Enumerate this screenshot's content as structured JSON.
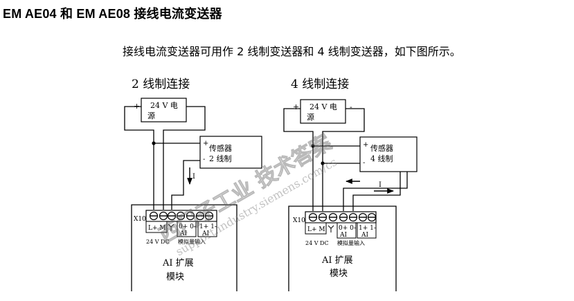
{
  "heading": "EM AE04 和 EM AE08 接线电流变送器",
  "intro": "接线电流变送器可用作 2 线制变送器和 4 线制变送器，如下图所示。",
  "diagram_left": {
    "title": "2 线制连接",
    "supply_line1": "24 V 电",
    "supply_line2": "源",
    "plus": "+",
    "minus": "-",
    "sensor_line1": "传感器",
    "sensor_line2": "2 线制",
    "current_label": "I",
    "module_label": "X10",
    "terminal_power": "L+ M",
    "terminal_ai0": "0+ 0-",
    "terminal_ai0_sub": "AI",
    "terminal_ai1": "1+ 1-",
    "terminal_ai1_sub": "AI",
    "caption_power": "24 V DC",
    "caption_analog": "模拟量输入",
    "module_name1": "AI 扩展",
    "module_name2": "模块"
  },
  "diagram_right": {
    "title": "4 线制连接",
    "supply_line1": "24 V 电",
    "supply_line2": "源",
    "plus": "+",
    "minus": "-",
    "sensor_line1": "传感器",
    "sensor_line2": "4 线制",
    "current_label": "I",
    "module_label": "X10",
    "terminal_power": "L+ M",
    "terminal_ai0": "0+ 0-",
    "terminal_ai0_sub": "AI",
    "terminal_ai1": "1+ 1-",
    "terminal_ai1_sub": "AI",
    "caption_power": "24 V DC",
    "caption_analog": "模拟量输入",
    "module_name1": "AI 扩展",
    "module_name2": "模块"
  },
  "watermark": {
    "text1": "西门子工业 技术答案",
    "text2": "support.industry.siemens.com/cs"
  }
}
